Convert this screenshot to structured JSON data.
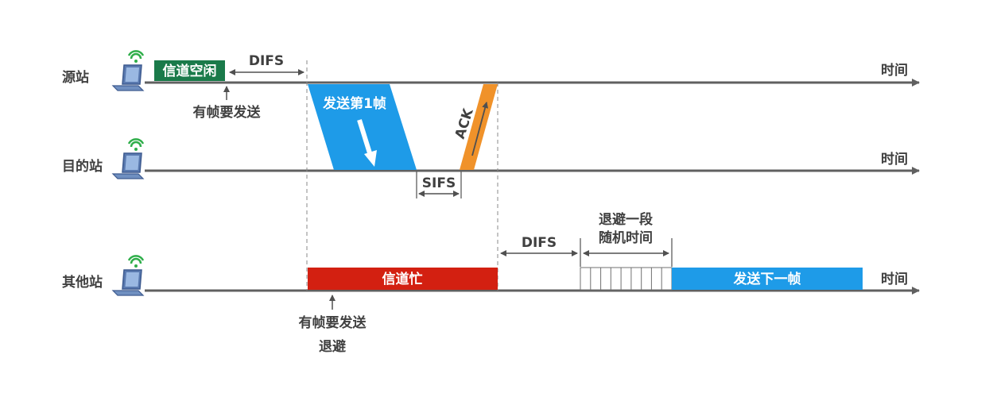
{
  "stations": {
    "source": "源站",
    "destination": "目的站",
    "other": "其他站"
  },
  "time_axis_label": "时间",
  "source_row": {
    "channel_idle": "信道空闲",
    "difs": "DIFS",
    "has_frame": "有帧要发送"
  },
  "transmission": {
    "first_frame": "发送第1帧",
    "ack": "ACK",
    "sifs": "SIFS"
  },
  "other_row": {
    "channel_busy": "信道忙",
    "has_frame": "有帧要发送",
    "backoff": "退避",
    "difs": "DIFS",
    "backoff_random_line1": "退避一段",
    "backoff_random_line2": "随机时间",
    "send_next": "发送下一帧"
  },
  "colors": {
    "idle_green": "#1a7a4a",
    "frame_blue": "#1e9be8",
    "ack_orange": "#f0922a",
    "busy_red": "#d32011",
    "axis_gray": "#606060"
  }
}
